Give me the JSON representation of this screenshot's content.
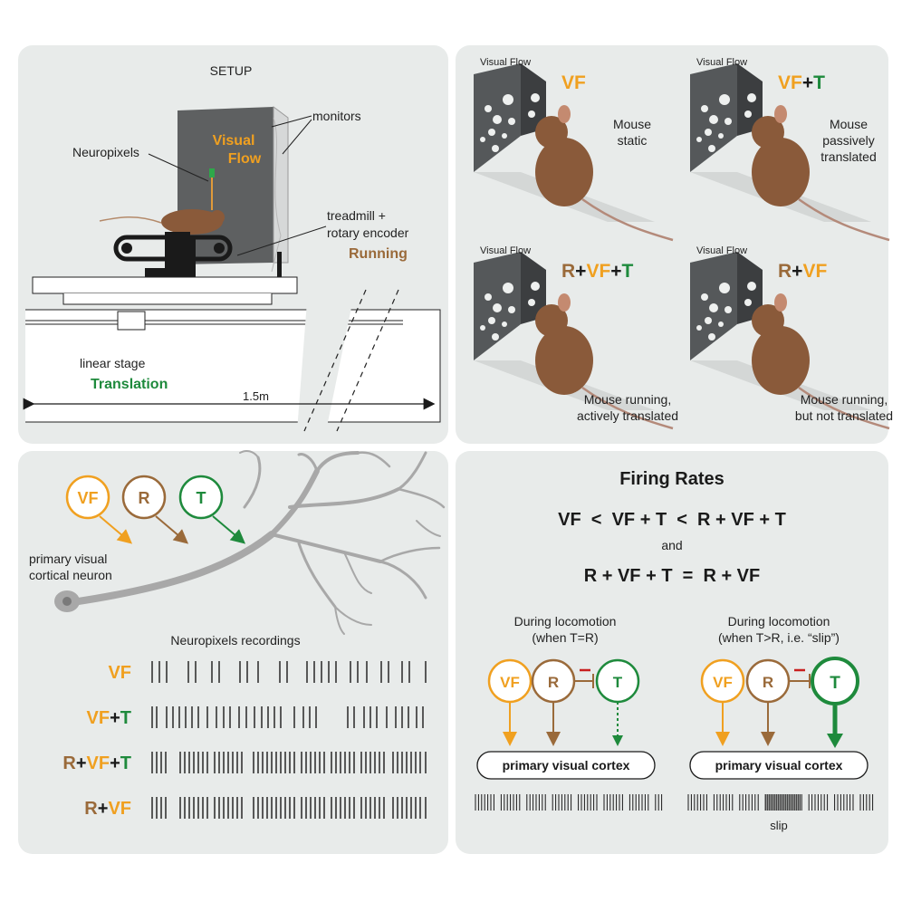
{
  "colors": {
    "vf": "#f0a020",
    "run": "#9a6a3a",
    "trans": "#1e8a3c",
    "bg": "#e8ebea",
    "neuron": "#a8a8a8",
    "dark": "#1a1a1a"
  },
  "setup": {
    "title": "SETUP",
    "monitors": "monitors",
    "visual": "Visual",
    "flow": "Flow",
    "neuropixels": "Neuropixels",
    "treadmill_1": "treadmill +",
    "treadmill_2": "rotary encoder",
    "running": "Running",
    "stage": "linear stage",
    "translation": "Translation",
    "distance": "1.5m"
  },
  "conditions": [
    {
      "vf_label": "Visual Flow",
      "code": [
        "VF"
      ],
      "desc": [
        "Mouse",
        "static"
      ]
    },
    {
      "vf_label": "Visual Flow",
      "code": [
        "VF",
        "+",
        "T"
      ],
      "desc": [
        "Mouse",
        "passively",
        "translated"
      ]
    },
    {
      "vf_label": "Visual Flow",
      "code": [
        "R",
        "+",
        "VF",
        "+",
        "T"
      ],
      "desc": [
        "Mouse running,",
        "actively translated"
      ]
    },
    {
      "vf_label": "Visual Flow",
      "code": [
        "R",
        "+",
        "VF"
      ],
      "desc": [
        "Mouse running,",
        "but not translated"
      ]
    }
  ],
  "neuron": {
    "inputs": [
      "VF",
      "R",
      "T"
    ],
    "label_1": "primary visual",
    "label_2": "cortical neuron",
    "recordings_title": "Neuropixels recordings",
    "rows": [
      {
        "label": [
          "VF"
        ]
      },
      {
        "label": [
          "VF",
          "+",
          "T"
        ]
      },
      {
        "label": [
          "R",
          "+",
          "VF",
          "+",
          "T"
        ]
      },
      {
        "label": [
          "R",
          "+",
          "VF"
        ]
      }
    ]
  },
  "firing": {
    "title": "Firing Rates",
    "eq1": "VF  <  VF + T  <  R + VF + T",
    "and": "and",
    "eq2": "R + VF + T  =  R + VF",
    "left_head_1": "During locomotion",
    "left_head_2": "(when T=R)",
    "right_head_1": "During locomotion",
    "right_head_2": "(when T>R, i.e. “slip”)",
    "nodes": [
      "VF",
      "R",
      "T"
    ],
    "cortex": "primary visual cortex",
    "slip": "slip"
  }
}
